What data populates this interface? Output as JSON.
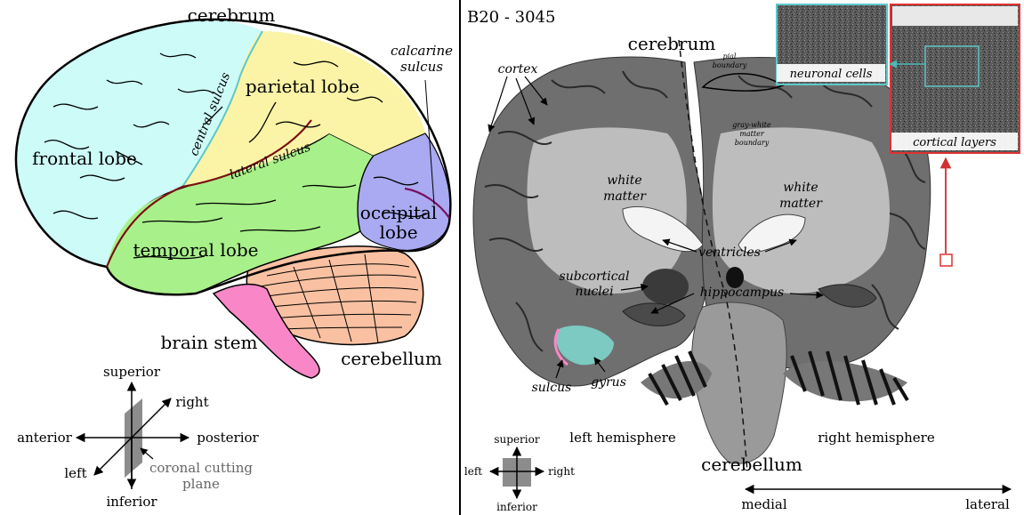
{
  "left_panel": {
    "title": "cerebrum",
    "lobes": {
      "frontal": "frontal lobe",
      "parietal": "parietal lobe",
      "temporal": "temporal lobe",
      "occipital_line1": "occipital",
      "occipital_line2": "lobe"
    },
    "sulci": {
      "central": "central sulcus",
      "lateral": "lateral sulcus",
      "calcarine_line1": "calcarine",
      "calcarine_line2": "sulcus"
    },
    "brain_stem": "brain stem",
    "cerebellum": "cerebellum",
    "orientation": {
      "superior": "superior",
      "inferior": "inferior",
      "anterior": "anterior",
      "posterior": "posterior",
      "left": "left",
      "right": "right",
      "plane_line1": "coronal cutting",
      "plane_line2": "plane"
    },
    "colors": {
      "frontal": "#ccfbf8",
      "parietal": "#fbf4a6",
      "temporal": "#a8f08a",
      "occipital": "#a9aaf2",
      "cerebellum": "#f9c1a2",
      "brain_stem": "#f987c8"
    }
  },
  "right_panel": {
    "specimen_id": "B20 - 3045",
    "top_label": "cerebrum",
    "bottom_label": "cerebellum",
    "labels": {
      "cortex": "cortex",
      "pial_line1": "pial",
      "pial_line2": "boundary",
      "gw_line1": "gray-white",
      "gw_line2": "matter",
      "gw_line3": "boundary",
      "white_matter_line1": "white",
      "white_matter_line2": "matter",
      "ventricles": "ventricles",
      "subcortical_line1": "subcortical",
      "subcortical_line2": "nuclei",
      "hippocampus": "hippocampus",
      "sulcus": "sulcus",
      "gyrus": "gyrus",
      "left_hemisphere": "left hemisphere",
      "right_hemisphere": "right hemisphere"
    },
    "insets": {
      "neuronal": "neuronal cells",
      "cortical": "cortical layers",
      "neuronal_color": "#5ec8c8",
      "cortical_color": "#e03030"
    },
    "orientation": {
      "superior": "superior",
      "inferior": "inferior",
      "left": "left",
      "right": "right"
    },
    "axis": {
      "medial": "medial",
      "lateral": "lateral"
    }
  }
}
